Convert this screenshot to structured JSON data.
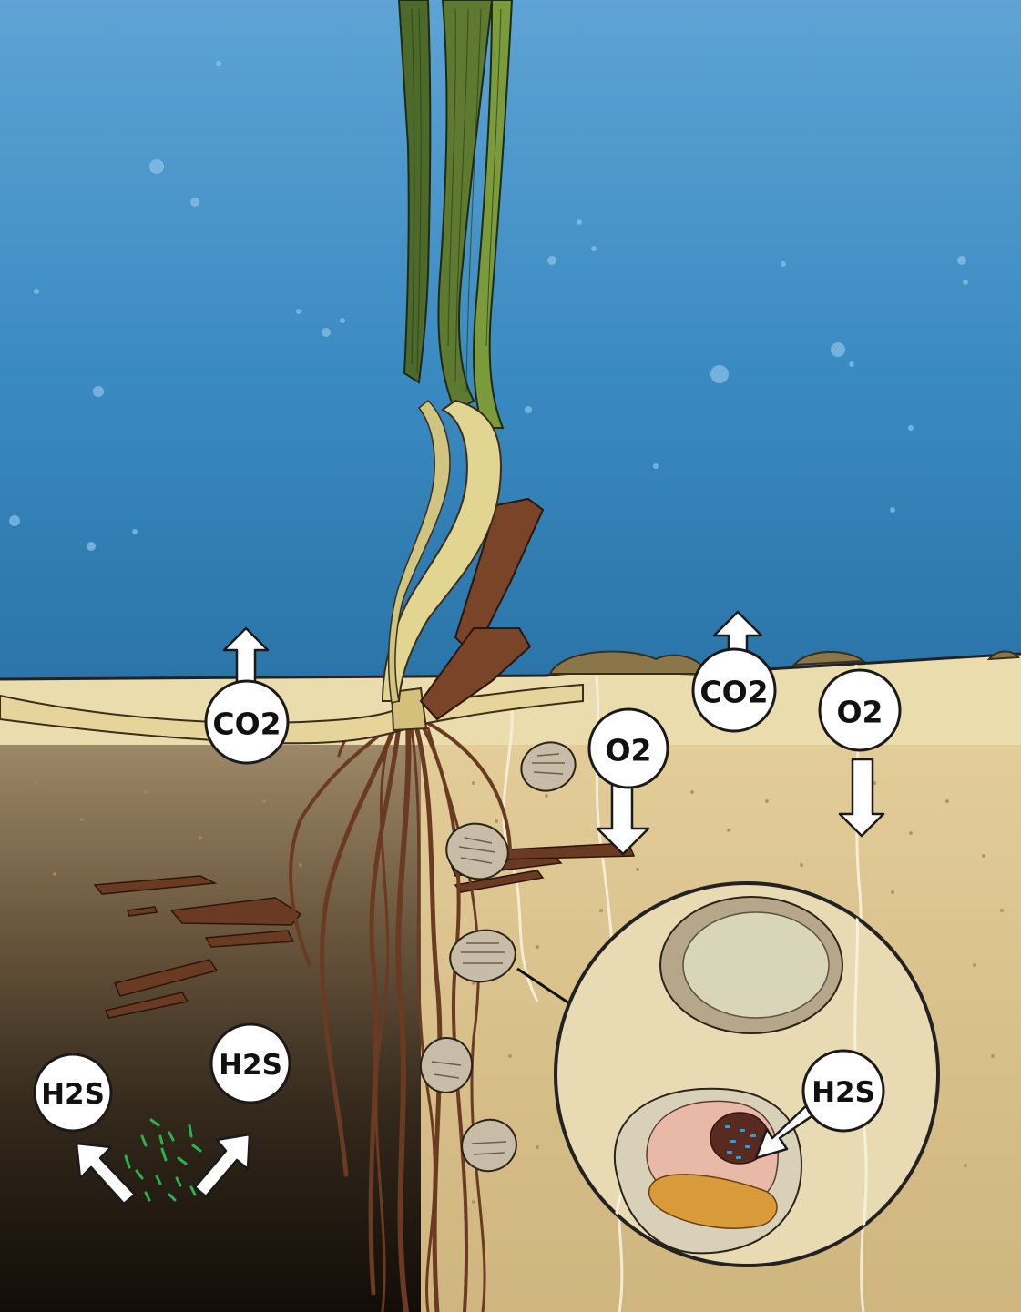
{
  "labels": {
    "co2_left": "CO2",
    "co2_right": "CO2",
    "o2_left": "O2",
    "o2_right": "O2",
    "h2s_left": "H2S",
    "h2s_middle": "H2S",
    "h2s_inset": "H2S"
  },
  "colors": {
    "water_top": "#5a9fd0",
    "water_bottom": "#2f7fb6",
    "sand_surface": "#ecdcb0",
    "sand_oxic": "#d8c08a",
    "sediment_anoxic_top": "#8a7456",
    "sediment_anoxic_bottom": "#1a130c",
    "leaf_green": "#6d8a34",
    "leaf_pale": "#d9d08c",
    "root_brown": "#6b3a22",
    "bacteria_green": "#2bb24c",
    "gill_pink": "#e9b9a8",
    "foot_orange": "#d99a3a"
  },
  "icons": [
    "seagrass-plant",
    "rhizome",
    "roots",
    "clam-shells",
    "dead-leaf-fragments",
    "sulfur-bacteria",
    "magnified-clam-inset",
    "up-arrow",
    "down-arrow"
  ]
}
